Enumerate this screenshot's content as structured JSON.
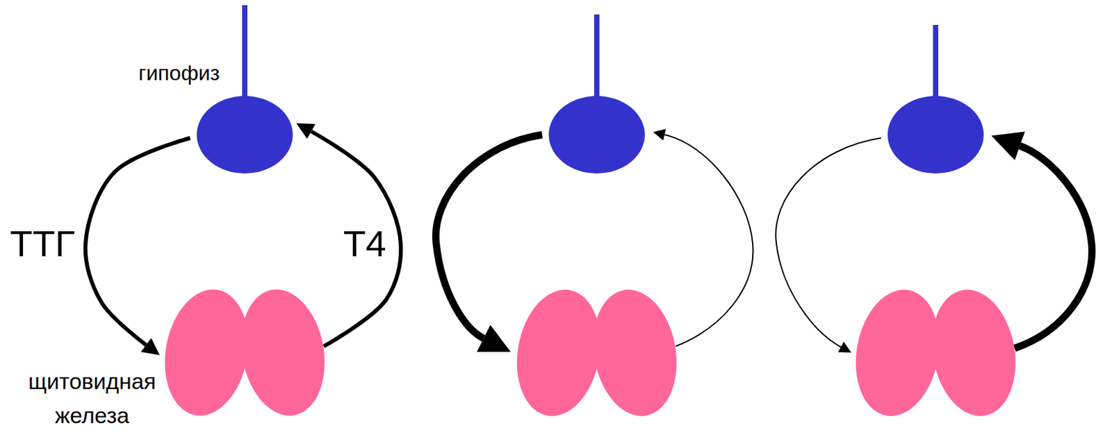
{
  "diagram": {
    "nodes": [
      {
        "text": [
          "гипофиз"
        ]
      },
      {
        "text": [
          "щитовидная железа"
        ]
      }
    ],
    "edges": [
      {
        "from": 0,
        "to": 1,
        "arrow": "to",
        "label": "ТТГ"
      },
      {
        "from": 1,
        "to": 0,
        "arrow": "to",
        "label": "Т4"
      }
    ]
  }
}
